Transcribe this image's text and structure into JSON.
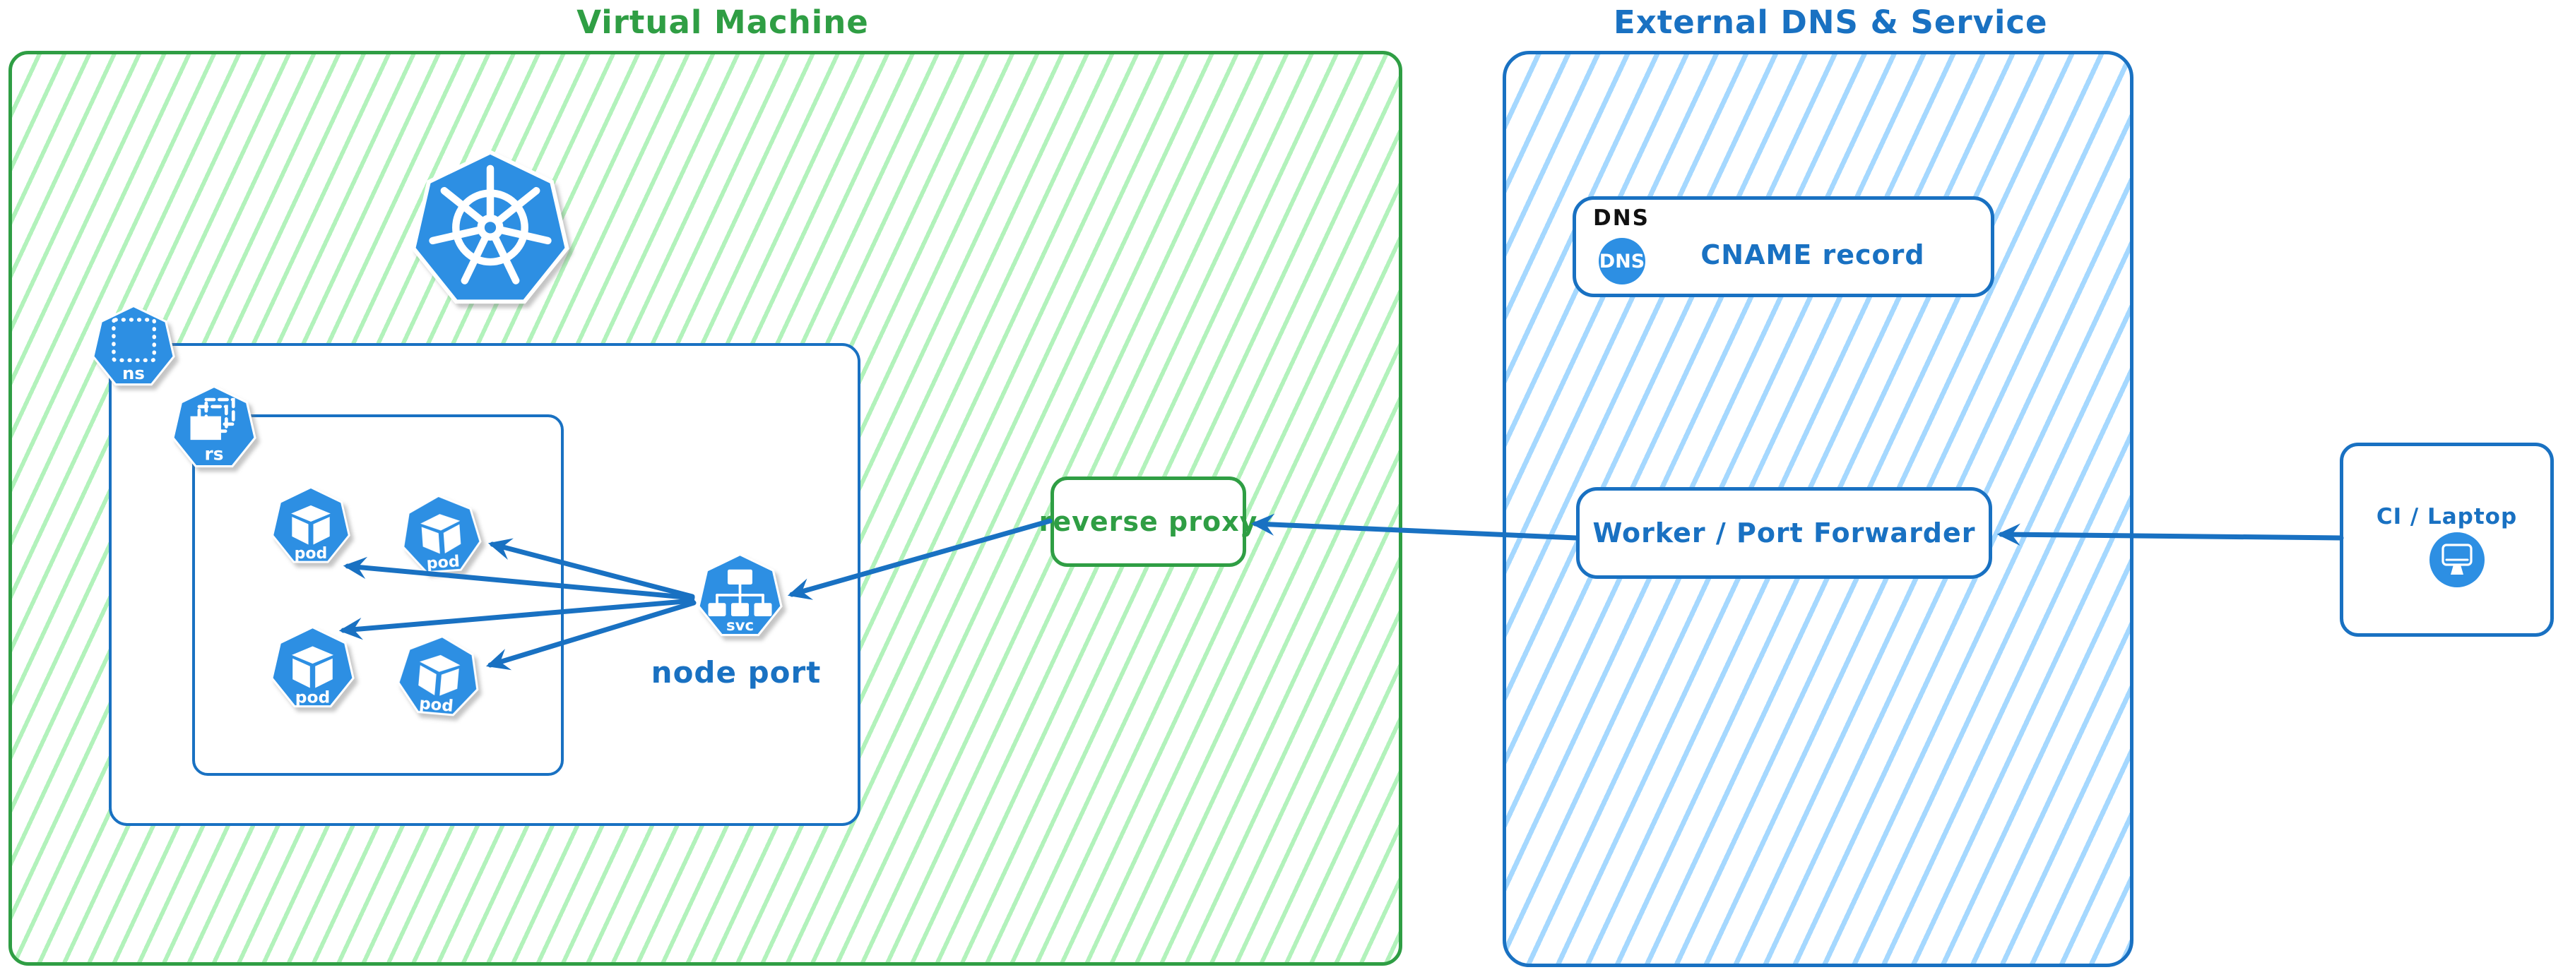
{
  "titles": {
    "vm": "Virtual Machine",
    "external": "External DNS & Service"
  },
  "labels": {
    "namespace_icon": "ns",
    "replicaset_icon": "rs",
    "pods": [
      "pod",
      "pod",
      "pod",
      "pod"
    ],
    "service_icon": "svc",
    "node_port": "node port",
    "reverse_proxy": "reverse proxy",
    "dns_tag": "DNS",
    "dns_badge": "DNS",
    "cname_record": "CNAME record",
    "worker": "Worker / Port Forwarder",
    "ci_laptop": "CI / Laptop"
  },
  "icons": {
    "kubernetes_logo": "kubernetes-helm-wheel",
    "namespace": "dotted-square",
    "replicaset": "stacked-rectangles",
    "pod": "cube",
    "service": "rect-tree",
    "dns_badge": "dns-circle",
    "ci_laptop": "monitor"
  },
  "colors": {
    "green": "#2f9e44",
    "green_hatch": "#b2f2bb",
    "blue": "#1971c2",
    "blue_hatch": "#a5d8ff",
    "icon_blue": "#2d8fe3",
    "ink": "#111111"
  }
}
